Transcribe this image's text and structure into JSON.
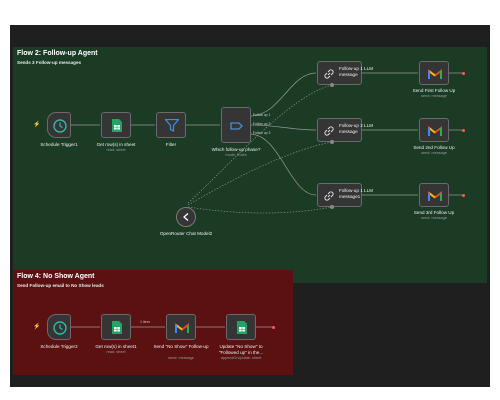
{
  "flow2": {
    "title": "Flow 2: Follow-up Agent",
    "subtitle": "Sends 3 Follow-up messages",
    "nodes": {
      "schedule": {
        "label": "Schedule Trigger1"
      },
      "getrows": {
        "label": "Get row(s) in sheet",
        "sub": "read: sheet"
      },
      "filter": {
        "label": "Filter"
      },
      "switch": {
        "label": "Which follow-up phase?",
        "sub": "mode: Rules"
      },
      "openrouter": {
        "label": "OpenRouter Chat Model2"
      },
      "llm1": {
        "label1": "Follow-up 1 LLM",
        "label2": "message"
      },
      "llm2": {
        "label1": "Follow-up 2 LLM",
        "label2": "message"
      },
      "llm3": {
        "label1": "Follow-up 1 LLM",
        "label2": "message1"
      },
      "send1": {
        "label": "Send First Follow Up",
        "sub": "send: message"
      },
      "send2": {
        "label": "Send 2nd Follow Up",
        "sub": "send: message"
      },
      "send3": {
        "label": "Send 3rd Follow Up",
        "sub": "send: message"
      }
    },
    "branches": [
      "Follow up 1",
      "Follow up 2",
      "Follow up 3"
    ]
  },
  "flow4": {
    "title": "Flow 4: No Show Agent",
    "subtitle": "Send Follow-up email to No Show leads",
    "nodes": {
      "schedule": {
        "label": "Schedule Trigger2"
      },
      "getrows": {
        "label": "Get row(s) in sheet1",
        "sub": "read: sheet"
      },
      "send": {
        "label": "Send \"No Show\" Follow-up",
        "sub": "send: message"
      },
      "update": {
        "label": "Update \"No Show\" to \"Followed up\" in the...",
        "sub": "appendOrUpdate: sheet"
      }
    },
    "edge_label": "1 item"
  },
  "colors": {
    "flow2_bg": "#1b3b24",
    "flow4_bg": "#5b1111",
    "canvas_bg": "#1f1f1f",
    "sheets_green": "#21a464",
    "filter_blue": "#3d8ee6",
    "switch_blue": "#4a8fd6",
    "trigger_teal": "#2fb8a3"
  },
  "icons": [
    "clock-icon",
    "google-sheets-icon",
    "filter-icon",
    "switch-icon",
    "openrouter-icon",
    "link-icon",
    "gmail-icon",
    "bolt-icon"
  ]
}
